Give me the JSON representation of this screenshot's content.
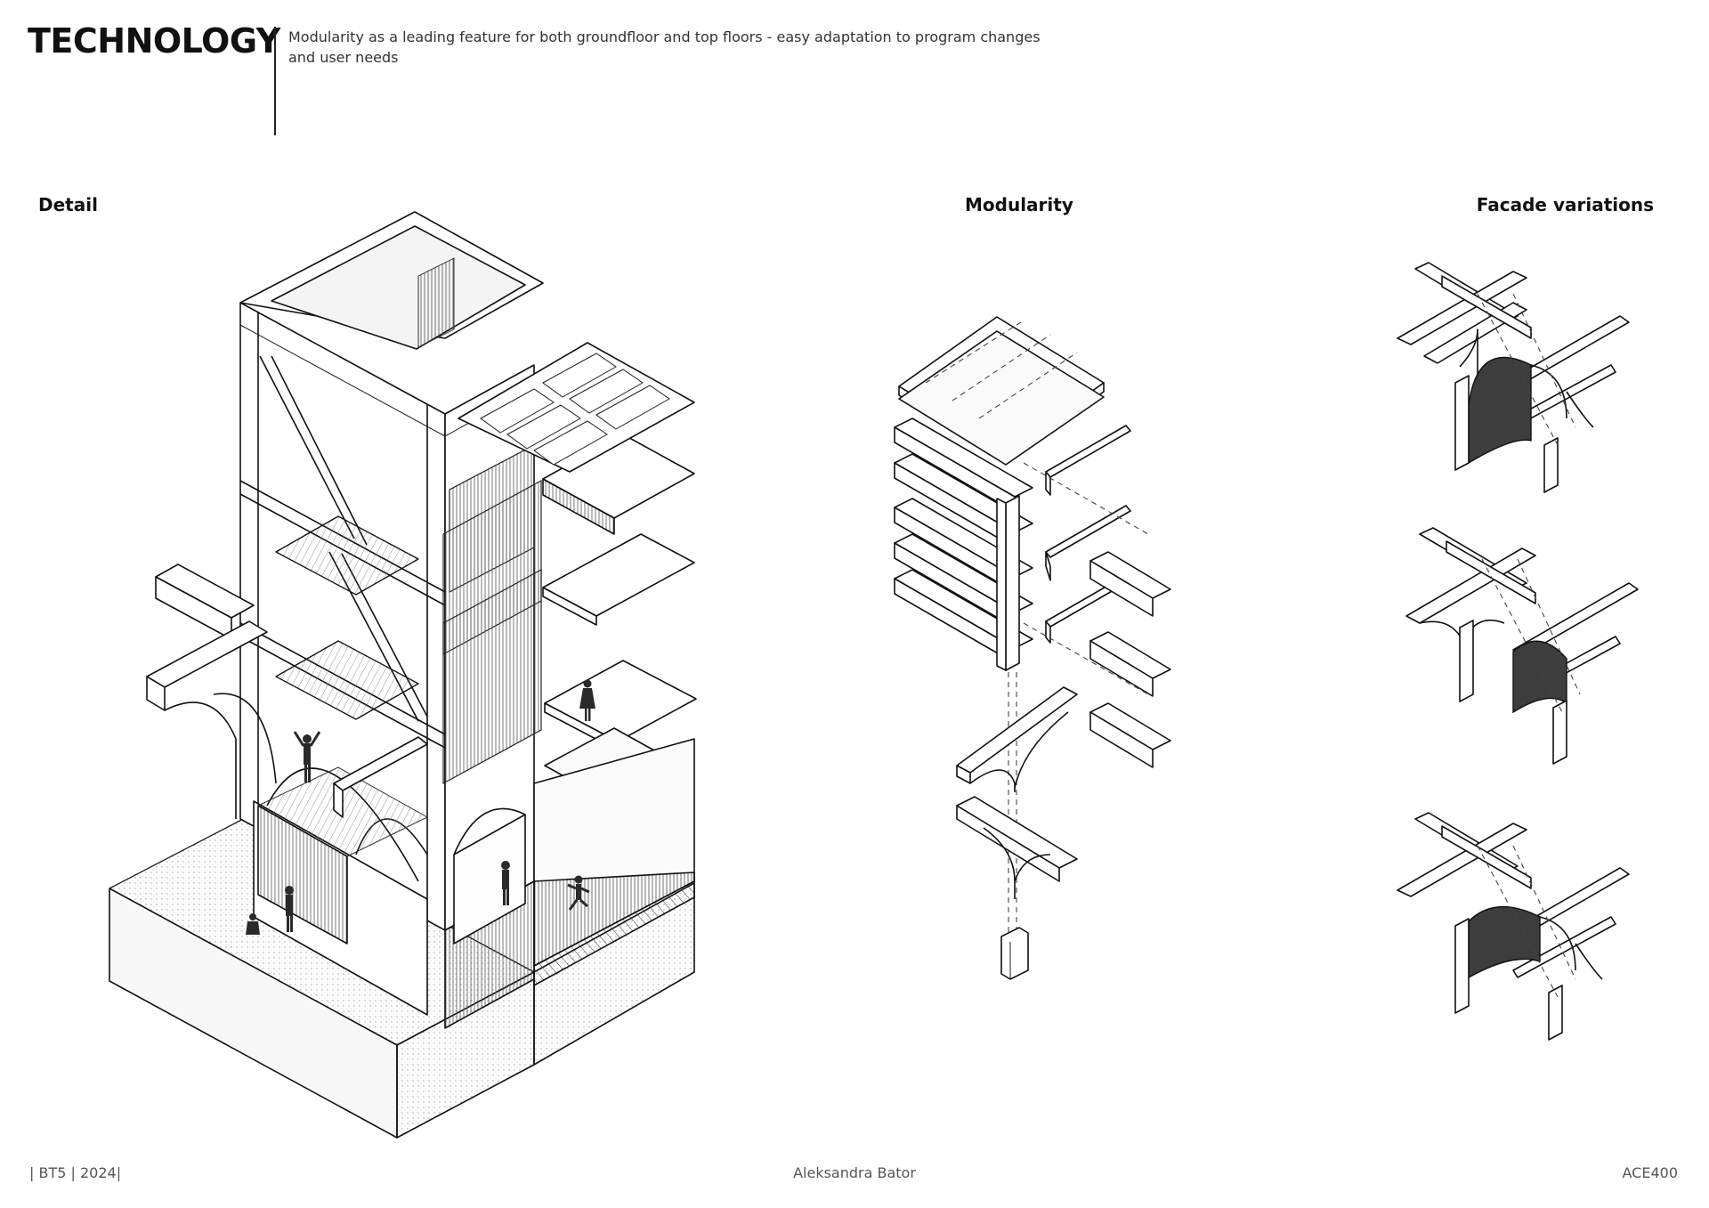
{
  "header": {
    "title": "TECHNOLOGY",
    "subtitle": "Modularity as a leading feature for both groundfloor and top floors - easy adaptation to program changes and user needs"
  },
  "sections": {
    "detail": "Detail",
    "modularity": "Modularity",
    "facade": "Facade variations"
  },
  "footer": {
    "left": "| BT5 | 2024|",
    "center": "Aleksandra Bator",
    "right": "ACE400"
  }
}
